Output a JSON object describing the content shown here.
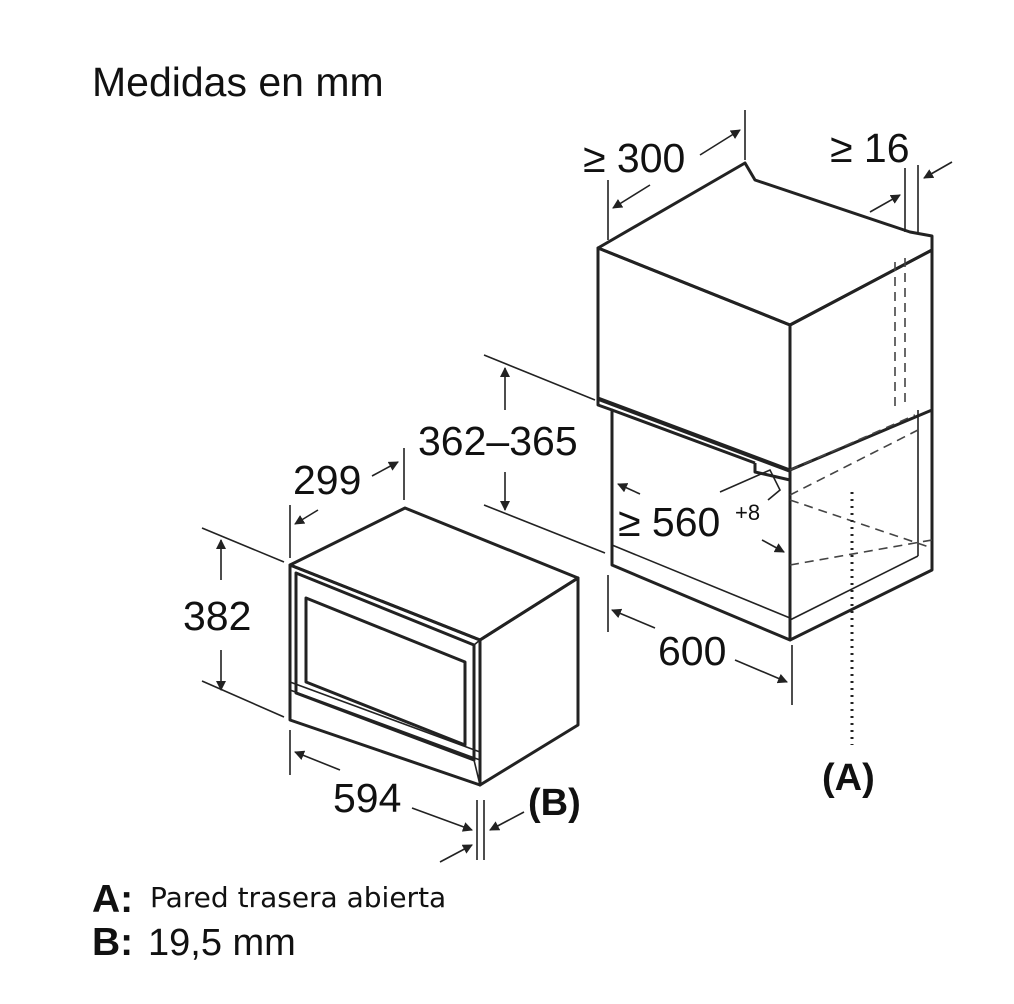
{
  "title": "Medidas en  mm",
  "dimensions": {
    "cabinet_top_depth": "≥ 300",
    "cabinet_side_gap": "≥ 16",
    "niche_height": "362–365",
    "niche_width": "≥ 560",
    "niche_width_tolerance": "+8",
    "cabinet_width": "600",
    "appliance_depth": "299",
    "appliance_height": "382",
    "appliance_width": "594"
  },
  "callouts": {
    "a": "(A)",
    "b": "(B)"
  },
  "legend": {
    "a_key": "A:",
    "a_text": "Pared trasera abierta",
    "b_key": "B:",
    "b_text": "19,5 mm"
  }
}
